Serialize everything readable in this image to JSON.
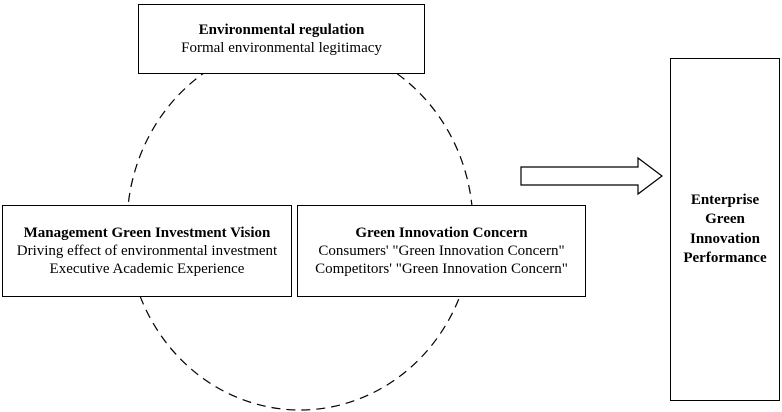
{
  "diagram": {
    "environmental_regulation": {
      "title": "Environmental regulation",
      "lines": [
        "Formal environmental legitimacy"
      ]
    },
    "management_vision": {
      "title": "Management Green Investment Vision",
      "lines": [
        "Driving effect of environmental investment",
        "Executive Academic Experience"
      ]
    },
    "green_innovation_concern": {
      "title": "Green Innovation Concern",
      "lines": [
        "Consumers' \"Green Innovation Concern\"",
        "Competitors' \"Green Innovation Concern\""
      ]
    },
    "performance": {
      "title_lines": [
        "Enterprise",
        "Green",
        "Innovation",
        "Performance"
      ]
    }
  }
}
